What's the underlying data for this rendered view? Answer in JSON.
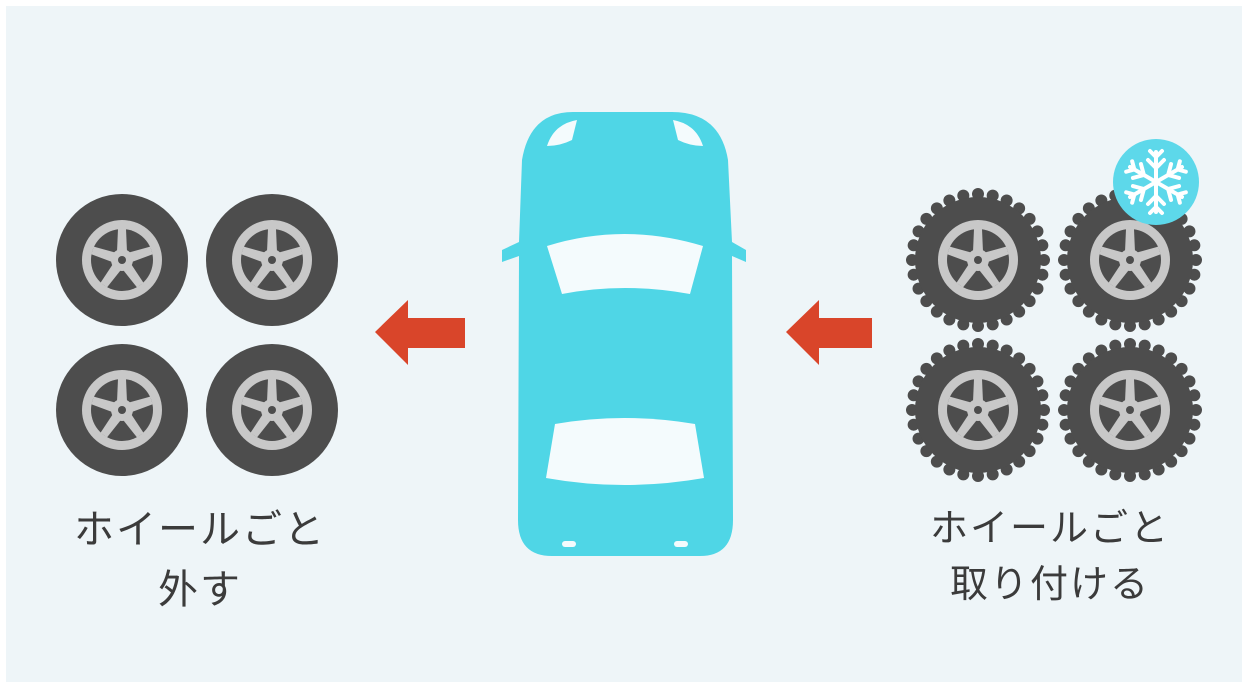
{
  "left_caption": {
    "line1": "ホイールごと",
    "line2": "外す"
  },
  "right_caption": {
    "line1": "ホイールごと",
    "line2": "取り付ける"
  },
  "colors": {
    "background": "#eef5f8",
    "car": "#4fd6e6",
    "tire": "#4d4d4d",
    "wheel": "#c8c8c8",
    "arrow": "#d9452a",
    "snow_badge": "#5dd8ea"
  },
  "icons": {
    "summer_tires": "tire-icon",
    "winter_tires": "studded-tire-icon",
    "car": "car-top-view-icon",
    "arrow": "arrow-left-icon",
    "badge": "snowflake-icon"
  }
}
